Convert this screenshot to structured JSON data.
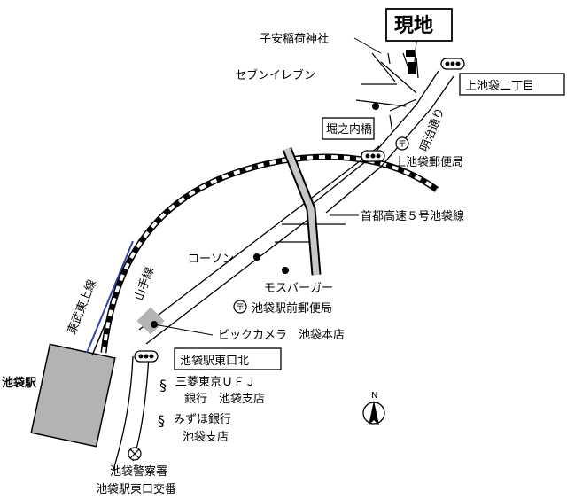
{
  "map": {
    "destination": "現地",
    "station": "池袋駅",
    "lines": {
      "yamanote": "山手線",
      "tobu_tojo": "東武東上線"
    },
    "roads": {
      "expressway": "首都高速５号池袋線",
      "meiji_dori": "明治通り"
    },
    "landmarks": {
      "koyasu_inari": "子安稲荷神社",
      "seven_eleven": "セブンイレブン",
      "kamiikebukuro_post": "上池袋郵便局",
      "lawson": "ローソン",
      "mos_burger": "モスバーガー",
      "ikebukuro_ekimae_post": "池袋駅前郵便局",
      "bic_camera": "ビックカメラ　池袋本店",
      "mufg_line1": "三菱東京ＵＦＪ",
      "mufg_line2": "銀行　池袋支店",
      "mizuho_line1": "みずほ銀行",
      "mizuho_line2": "池袋支店",
      "police_line1": "池袋警察署",
      "police_line2": "池袋駅東口交番"
    },
    "intersections": {
      "kamiikebukuro_2": "上池袋二丁目",
      "horinouchi_bridge": "堀之内橋",
      "ikebukuro_east_north": "池袋駅東口北"
    },
    "compass": "N"
  }
}
